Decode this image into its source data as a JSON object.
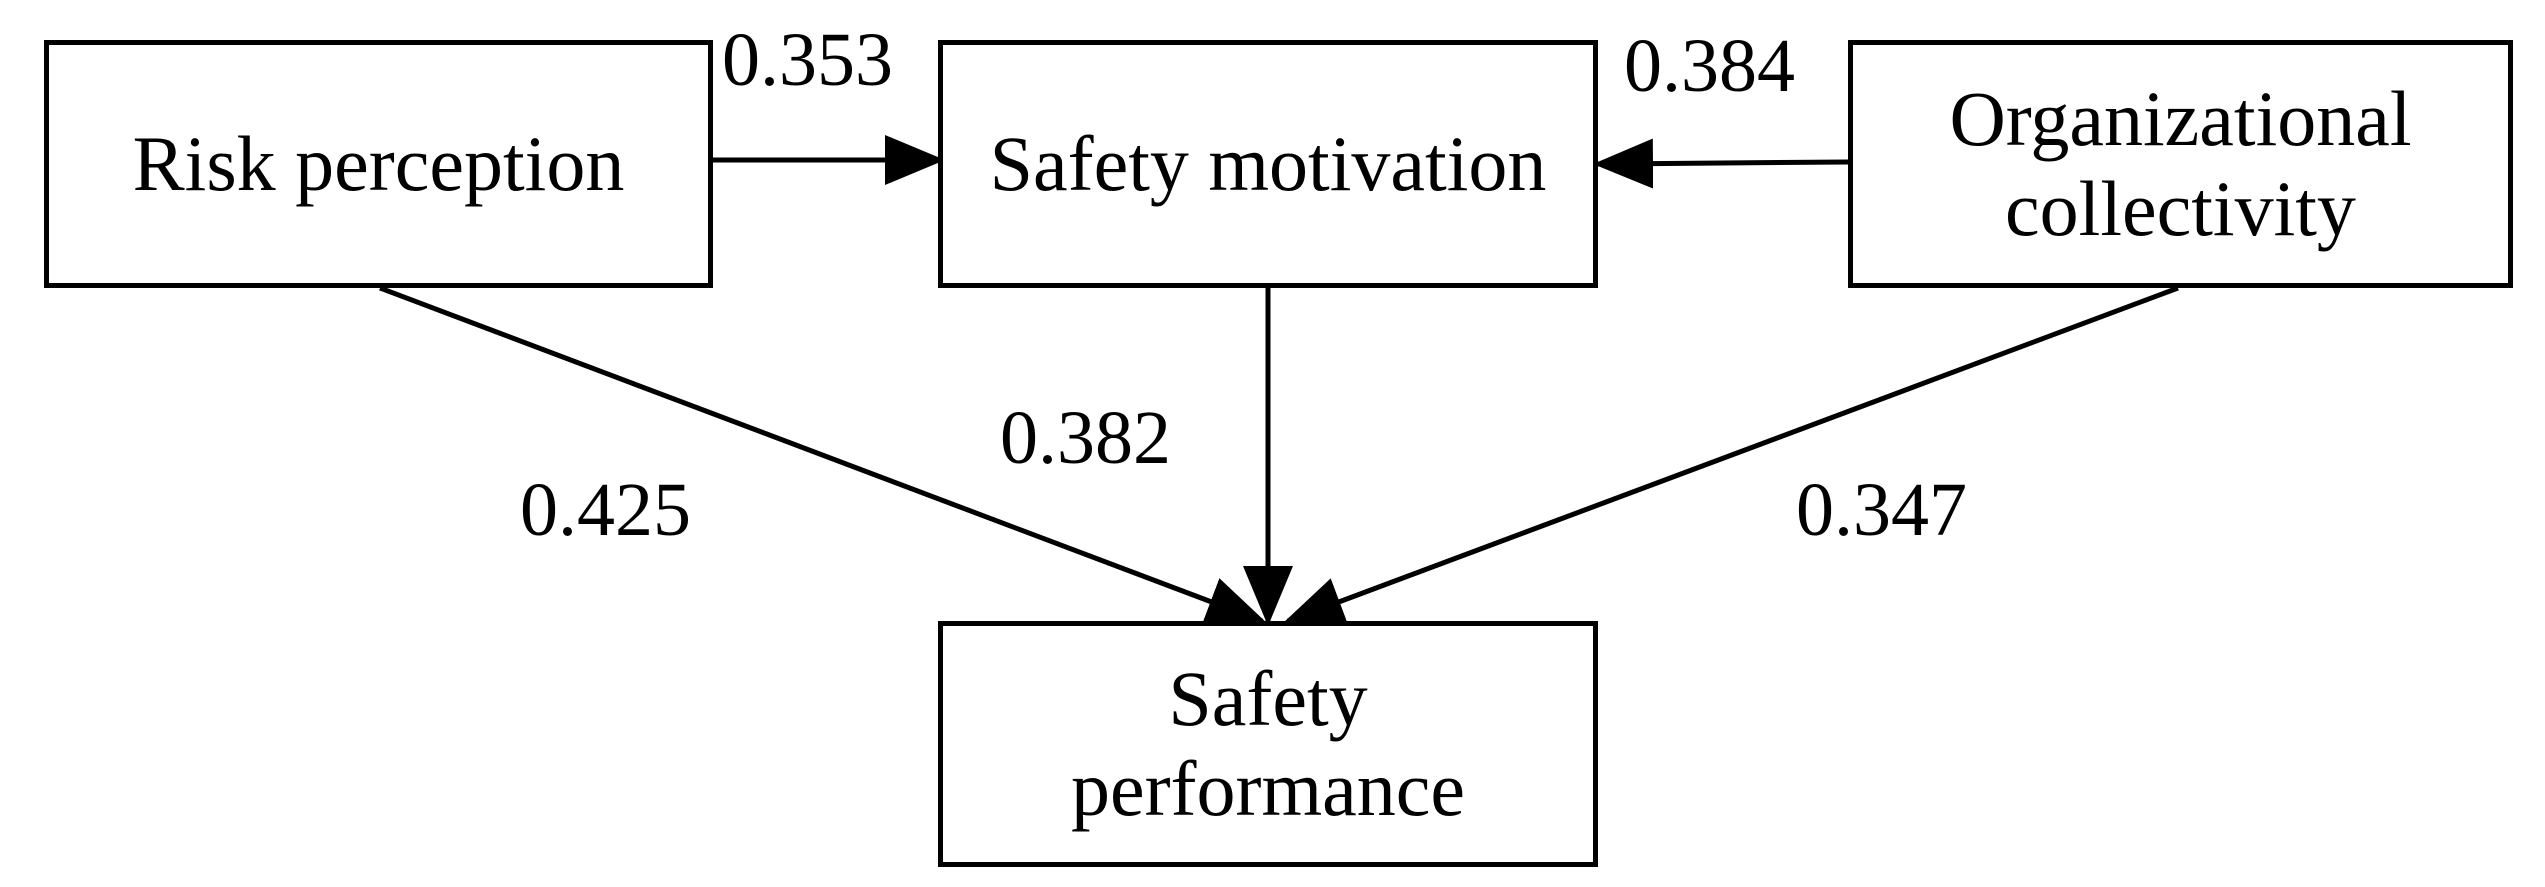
{
  "diagram": {
    "nodes": [
      {
        "id": "risk-perception",
        "label": "Risk perception"
      },
      {
        "id": "safety-motivation",
        "label": "Safety motivation"
      },
      {
        "id": "organizational-collectivity",
        "label": "Organizational\ncollectivity"
      },
      {
        "id": "safety-performance",
        "label": "Safety\nperformance"
      }
    ],
    "edges": [
      {
        "from": "risk-perception",
        "to": "safety-motivation",
        "label": "0.353"
      },
      {
        "from": "organizational-collectivity",
        "to": "safety-motivation",
        "label": "0.384"
      },
      {
        "from": "risk-perception",
        "to": "safety-performance",
        "label": "0.425"
      },
      {
        "from": "safety-motivation",
        "to": "safety-performance",
        "label": "0.382"
      },
      {
        "from": "organizational-collectivity",
        "to": "safety-performance",
        "label": "0.347"
      }
    ],
    "colors": {
      "stroke": "#000000",
      "background": "#ffffff"
    }
  }
}
